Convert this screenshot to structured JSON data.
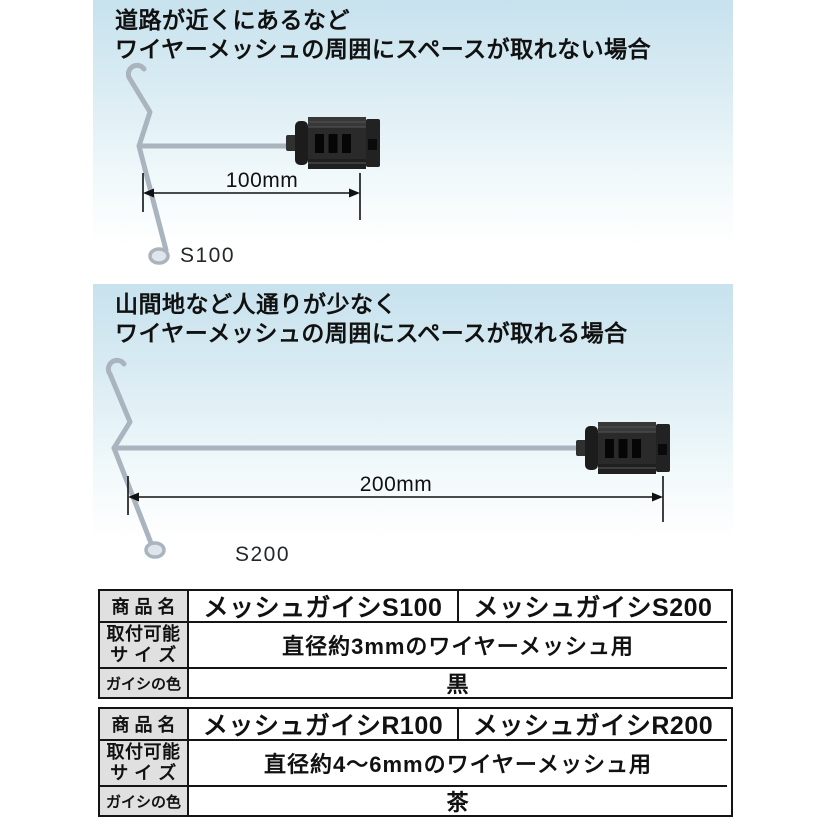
{
  "colors": {
    "panel_blue": "#c7e2ee",
    "heading_text": "#111111",
    "table_border": "#141414",
    "label_cell_bg": "#e0e0e0",
    "table_text": "#111111",
    "wire": "#a9b4bf",
    "insulator_body": "#2a2a2a",
    "dimension": "#111111"
  },
  "section_s100": {
    "heading_line1": "道路が近くにあるなど",
    "heading_line2": "ワイヤーメッシュの周囲にスペースが取れない場合",
    "dimension_label": "100mm",
    "product_label": "S100"
  },
  "section_s200": {
    "heading_line1": "山間地など人通りが少なく",
    "heading_line2": "ワイヤーメッシュの周囲にスペースが取れる場合",
    "dimension_label": "200mm",
    "product_label": "S200"
  },
  "spec_table": {
    "row_labels": {
      "product_name": "商 品 名",
      "size_line1": "取付可能",
      "size_line2": "サ イ ズ",
      "color": "ガイシの色"
    },
    "blocks": [
      {
        "product_names": [
          "メッシュガイシS100",
          "メッシュガイシS200"
        ],
        "size_value": "直径約3mmのワイヤーメッシュ用",
        "color_value": "黒"
      },
      {
        "product_names": [
          "メッシュガイシR100",
          "メッシュガイシR200"
        ],
        "size_value": "直径約4〜6mmのワイヤーメッシュ用",
        "color_value": "茶"
      }
    ]
  }
}
